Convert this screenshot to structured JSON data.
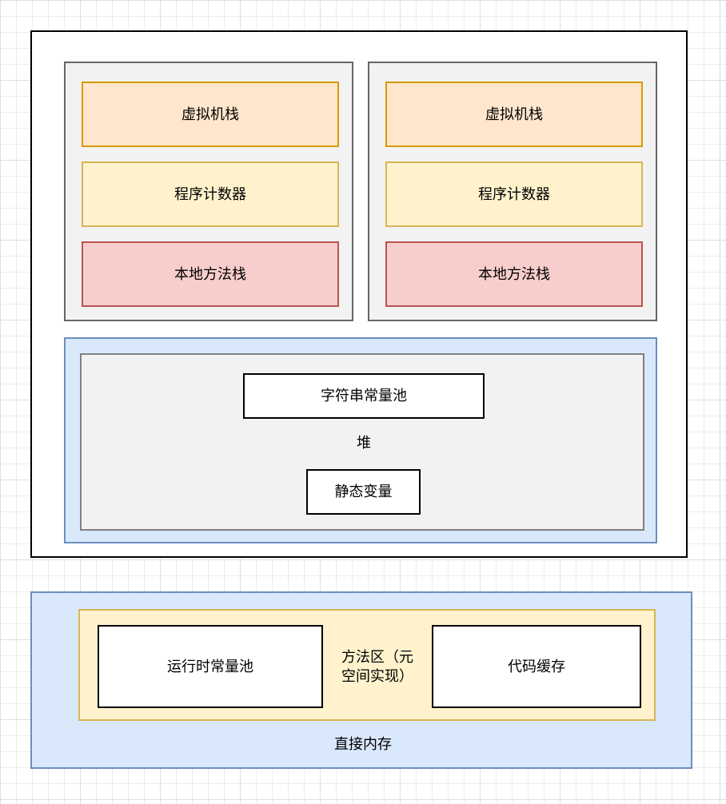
{
  "jvm": {
    "threads": [
      {
        "vm_stack": "虚拟机栈",
        "program_counter": "程序计数器",
        "native_method_stack": "本地方法栈"
      },
      {
        "vm_stack": "虚拟机栈",
        "program_counter": "程序计数器",
        "native_method_stack": "本地方法栈"
      }
    ],
    "heap": {
      "string_constant_pool": "字符串常量池",
      "label": "堆",
      "static_variables": "静态变量"
    }
  },
  "direct_memory": {
    "label": "直接内存",
    "method_area": {
      "label": "方法区（元空间实现）",
      "runtime_constant_pool": "运行时常量池",
      "code_cache": "代码缓存"
    }
  },
  "colors": {
    "vm_stack_fill": "#ffe6cc",
    "vm_stack_border": "#d79b00",
    "program_counter_fill": "#fff2cc",
    "program_counter_border": "#d6b656",
    "native_stack_fill": "#f8cecc",
    "native_stack_border": "#b85450",
    "container_blue_fill": "#dae8fc",
    "container_blue_border": "#6c8ebf",
    "thread_gray_fill": "#f2f2f2",
    "thread_gray_border": "#666666",
    "method_area_fill": "#fff2cc",
    "method_area_border": "#d6b656",
    "white_box_fill": "#ffffff",
    "white_box_border": "#000000"
  }
}
